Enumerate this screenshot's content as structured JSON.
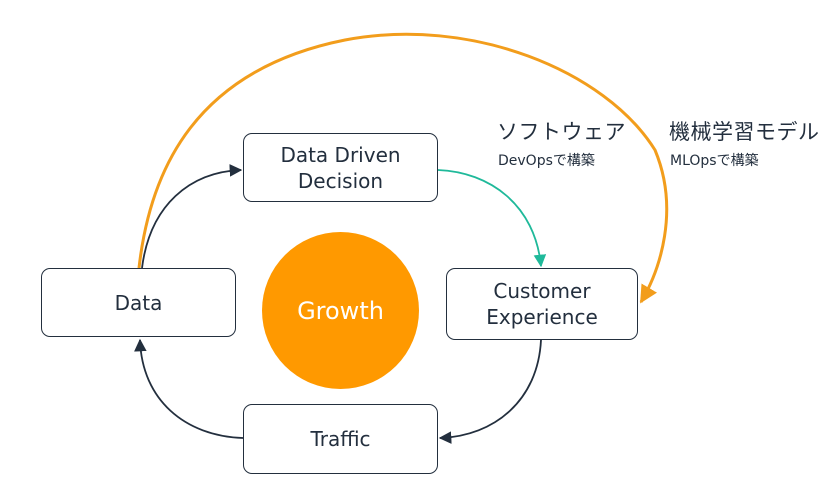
{
  "nodes": {
    "decision": "Data Driven\nDecision",
    "data": "Data",
    "customer_experience": "Customer\nExperience",
    "traffic": "Traffic"
  },
  "center": {
    "label": "Growth"
  },
  "annotations": {
    "software": {
      "title": "ソフトウェア",
      "subtitle": "DevOpsで構築"
    },
    "ml": {
      "title": "機械学習モデル",
      "subtitle": "MLOpsで構築"
    }
  },
  "colors": {
    "node_border": "#232f3e",
    "cycle_arrow": "#232f3e",
    "devops_arrow": "#1fb99a",
    "mlops_arrow": "#f29d1c",
    "growth_fill": "#ff9900"
  }
}
